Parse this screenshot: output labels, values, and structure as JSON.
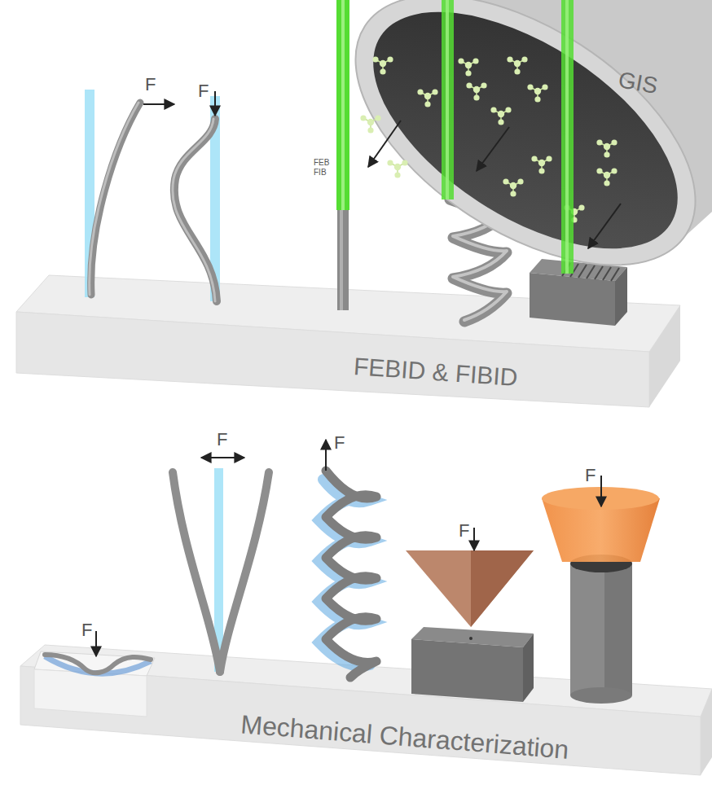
{
  "diagram": {
    "nodes": [
      {
        "text": [
          "GIS"
        ]
      },
      {
        "text": [
          "FEBID & FIBID"
        ]
      },
      {
        "text": [
          "Mechanical Characterization"
        ]
      }
    ],
    "labels": [
      "F",
      "F",
      "FEB",
      "FIB",
      "F",
      "F",
      "F",
      "F",
      "F"
    ]
  }
}
